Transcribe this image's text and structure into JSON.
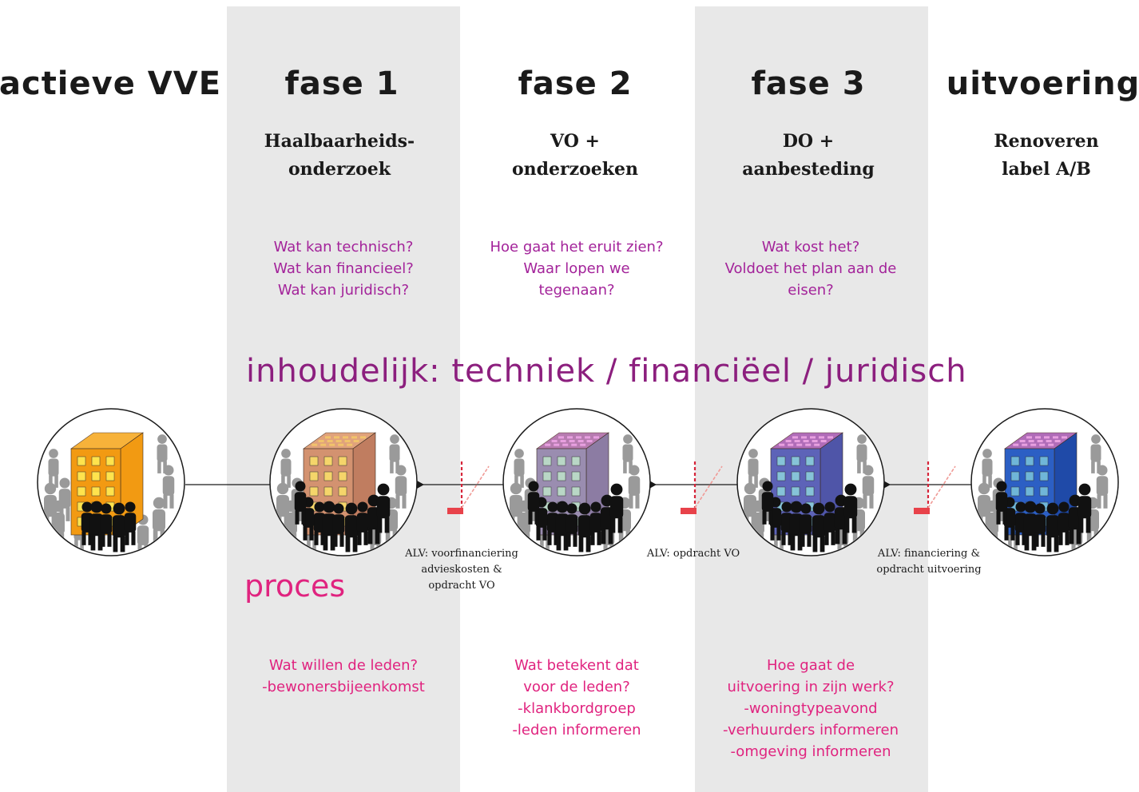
{
  "phases": [
    {
      "title": "actieve VVE",
      "subtitle": [],
      "questions": [],
      "process": []
    },
    {
      "title": "fase 1",
      "subtitle": [
        "Haalbaarheids-",
        "onderzoek"
      ],
      "questions": [
        "Wat kan technisch?",
        "Wat kan financieel?",
        "Wat kan juridisch?"
      ],
      "process": [
        "Wat willen de leden?",
        "-bewonersbijeenkomst"
      ]
    },
    {
      "title": "fase 2",
      "subtitle": [
        "VO +",
        "onderzoeken"
      ],
      "questions": [
        "Hoe gaat het eruit zien?",
        "Waar lopen we",
        "tegenaan?"
      ],
      "process": [
        "Wat betekent dat",
        "voor de leden?",
        "-klankbordgroep",
        "-leden informeren"
      ]
    },
    {
      "title": "fase 3",
      "subtitle": [
        "DO +",
        "aanbesteding"
      ],
      "questions": [
        "Wat kost het?",
        "Voldoet het plan aan de",
        "eisen?"
      ],
      "process": [
        "Hoe gaat de",
        "uitvoering in zijn werk?",
        "-woningtypeavond",
        "-verhuurders informeren",
        "-omgeving informeren"
      ]
    },
    {
      "title": "uitvoering",
      "subtitle": [
        "Renoveren",
        "label A/B"
      ],
      "questions": [],
      "process": []
    }
  ],
  "content_heading": "inhoudelijk: techniek / financiëel / juridisch",
  "process_heading": "proces",
  "decisions": [
    {
      "lines": [
        "ALV: voorfinanciering",
        "advieskosten &",
        "opdracht VO"
      ]
    },
    {
      "lines": [
        "ALV: opdracht VO"
      ]
    },
    {
      "lines": [
        "ALV: financiering &",
        "opdracht uitvoering"
      ]
    }
  ],
  "buildings": [
    {
      "name": "building-actieve-vve",
      "face": "#f29a12",
      "side": "#f29a12",
      "roof": "#f7b23a",
      "window": "#ffe34d"
    },
    {
      "name": "building-fase-1",
      "face": "#d39270",
      "side": "#c07d60",
      "roof": "#e0a27c",
      "window": "#f5d56a"
    },
    {
      "name": "building-fase-2",
      "face": "#9a8db0",
      "side": "#8c7ca3",
      "roof": "#b77bb0",
      "window": "#b9d7c6"
    },
    {
      "name": "building-fase-3",
      "face": "#5d63b8",
      "side": "#4f55a8",
      "roof": "#b06cb8",
      "window": "#86c3d8"
    },
    {
      "name": "building-uitvoering",
      "face": "#2c5fc4",
      "side": "#1f4aa8",
      "roof": "#b06cb8",
      "window": "#6fb6d8"
    }
  ],
  "colors": {
    "content": "#a3239a",
    "process": "#e0237f",
    "band": "#e8e8e8",
    "gate": "#e8424a"
  }
}
